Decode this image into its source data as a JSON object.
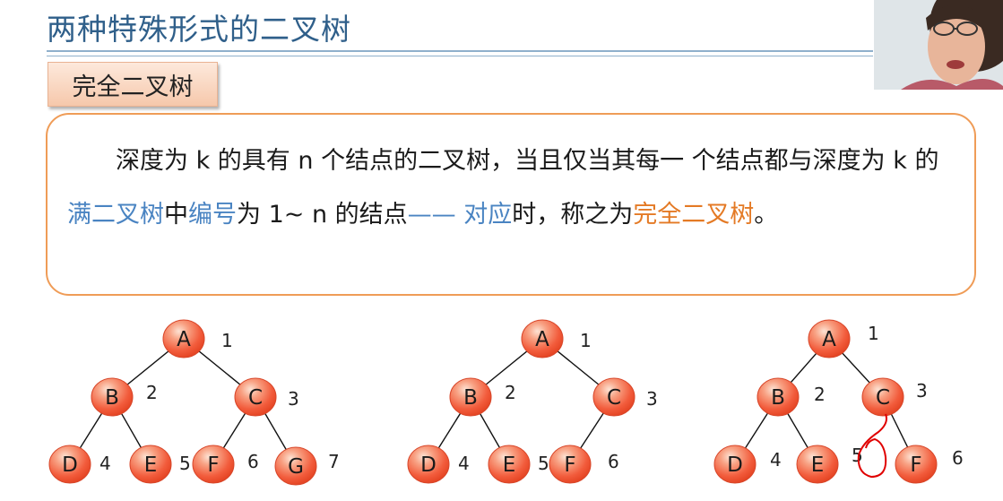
{
  "slide": {
    "title": "两种特殊形式的二叉树",
    "section_label": "完全二叉树"
  },
  "definition": {
    "segments": [
      {
        "text": "深度为 k 的具有 n 个结点的二叉树，当且仅当其每一 个结点都与深度为 k 的",
        "style": "normal"
      },
      {
        "text": "满二叉树",
        "style": "blue"
      },
      {
        "text": "中",
        "style": "normal"
      },
      {
        "text": "编号",
        "style": "blue"
      },
      {
        "text": "为 1~ n 的结点",
        "style": "normal"
      },
      {
        "text": "—— 对应",
        "style": "blue"
      },
      {
        "text": "时，称之为",
        "style": "normal"
      },
      {
        "text": "完全二叉树",
        "style": "orange"
      },
      {
        "text": "。",
        "style": "normal"
      }
    ]
  },
  "colors": {
    "title": "#2f5f8a",
    "highlight_blue": "#4a84c2",
    "highlight_orange": "#e47a25",
    "box_border": "#ef9c57",
    "node_fill": "#f25c3c",
    "annotation_red": "#e00000"
  },
  "trees": [
    {
      "name": "tree-1",
      "nodes": [
        {
          "label": "A",
          "number": "1"
        },
        {
          "label": "B",
          "number": "2"
        },
        {
          "label": "C",
          "number": "3"
        },
        {
          "label": "D",
          "number": "4"
        },
        {
          "label": "E",
          "number": "5"
        },
        {
          "label": "F",
          "number": "6"
        },
        {
          "label": "G",
          "number": "7"
        }
      ],
      "edges": [
        [
          "A",
          "B"
        ],
        [
          "A",
          "C"
        ],
        [
          "B",
          "D"
        ],
        [
          "B",
          "E"
        ],
        [
          "C",
          "F"
        ],
        [
          "C",
          "G"
        ]
      ]
    },
    {
      "name": "tree-2",
      "nodes": [
        {
          "label": "A",
          "number": "1"
        },
        {
          "label": "B",
          "number": "2"
        },
        {
          "label": "C",
          "number": "3"
        },
        {
          "label": "D",
          "number": "4"
        },
        {
          "label": "E",
          "number": "5"
        },
        {
          "label": "F",
          "number": "6"
        }
      ],
      "edges": [
        [
          "A",
          "B"
        ],
        [
          "A",
          "C"
        ],
        [
          "B",
          "D"
        ],
        [
          "B",
          "E"
        ],
        [
          "C",
          "F"
        ]
      ]
    },
    {
      "name": "tree-3",
      "nodes": [
        {
          "label": "A",
          "number": "1"
        },
        {
          "label": "B",
          "number": "2"
        },
        {
          "label": "C",
          "number": "3"
        },
        {
          "label": "D",
          "number": "4"
        },
        {
          "label": "E",
          "number": "5"
        },
        {
          "label": "F",
          "number": "6"
        }
      ],
      "edges": [
        [
          "A",
          "B"
        ],
        [
          "A",
          "C"
        ],
        [
          "B",
          "D"
        ],
        [
          "B",
          "E"
        ],
        [
          "C",
          "F"
        ]
      ],
      "annotation": "red-circle-missing-left-child-of-C"
    }
  ]
}
